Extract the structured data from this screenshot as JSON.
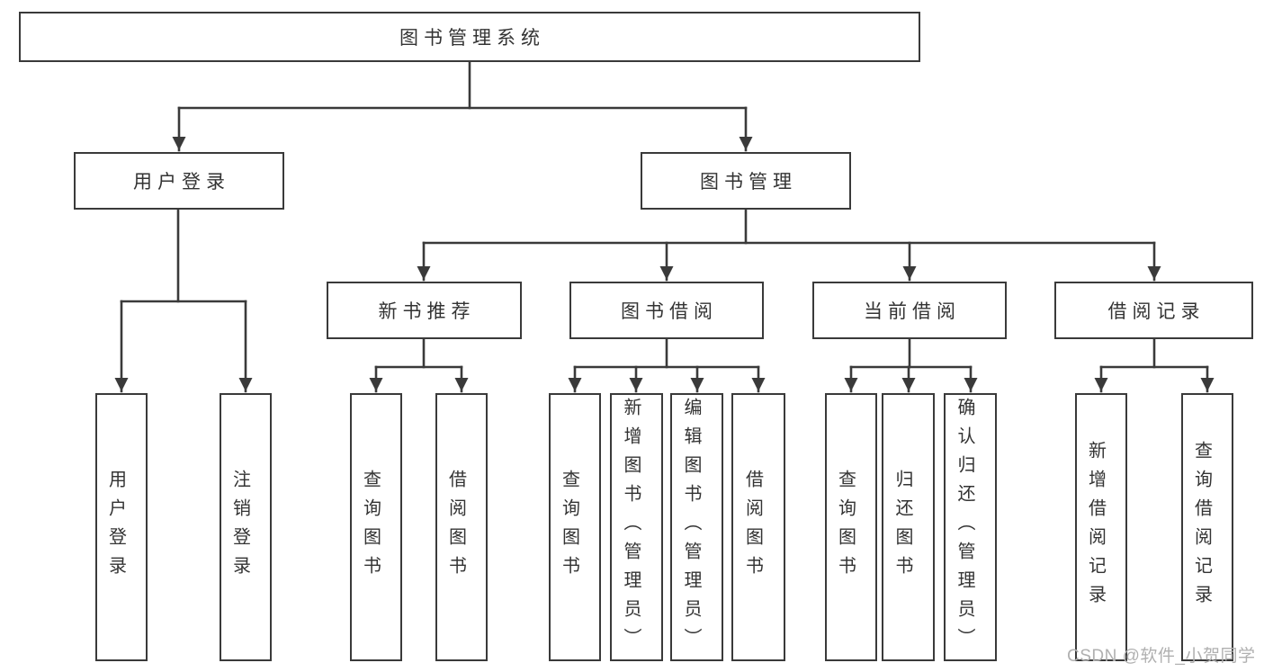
{
  "colors": {
    "line": "#3a3a3a",
    "text": "#333333",
    "watermark": "#b0b0b0",
    "background": "#ffffff"
  },
  "watermark": {
    "text": "CSDN @软件_小贺同学"
  },
  "tree": {
    "root": {
      "label": "图书管理系统"
    },
    "branches": [
      {
        "label": "用户登录",
        "children": [
          {
            "label": "用户登录"
          },
          {
            "label": "注销登录"
          }
        ]
      },
      {
        "label": "图书管理",
        "children": [
          {
            "label": "新书推荐",
            "children": [
              {
                "label": "查询图书"
              },
              {
                "label": "借阅图书"
              }
            ]
          },
          {
            "label": "图书借阅",
            "children": [
              {
                "label": "查询图书"
              },
              {
                "label": "新增图书（管理员）"
              },
              {
                "label": "编辑图书（管理员）"
              },
              {
                "label": "借阅图书"
              }
            ]
          },
          {
            "label": "当前借阅",
            "children": [
              {
                "label": "查询图书"
              },
              {
                "label": "归还图书"
              },
              {
                "label": "确认归还（管理员）"
              }
            ]
          },
          {
            "label": "借阅记录",
            "children": [
              {
                "label": "新增借阅记录"
              },
              {
                "label": "查询借阅记录"
              }
            ]
          }
        ]
      }
    ]
  }
}
